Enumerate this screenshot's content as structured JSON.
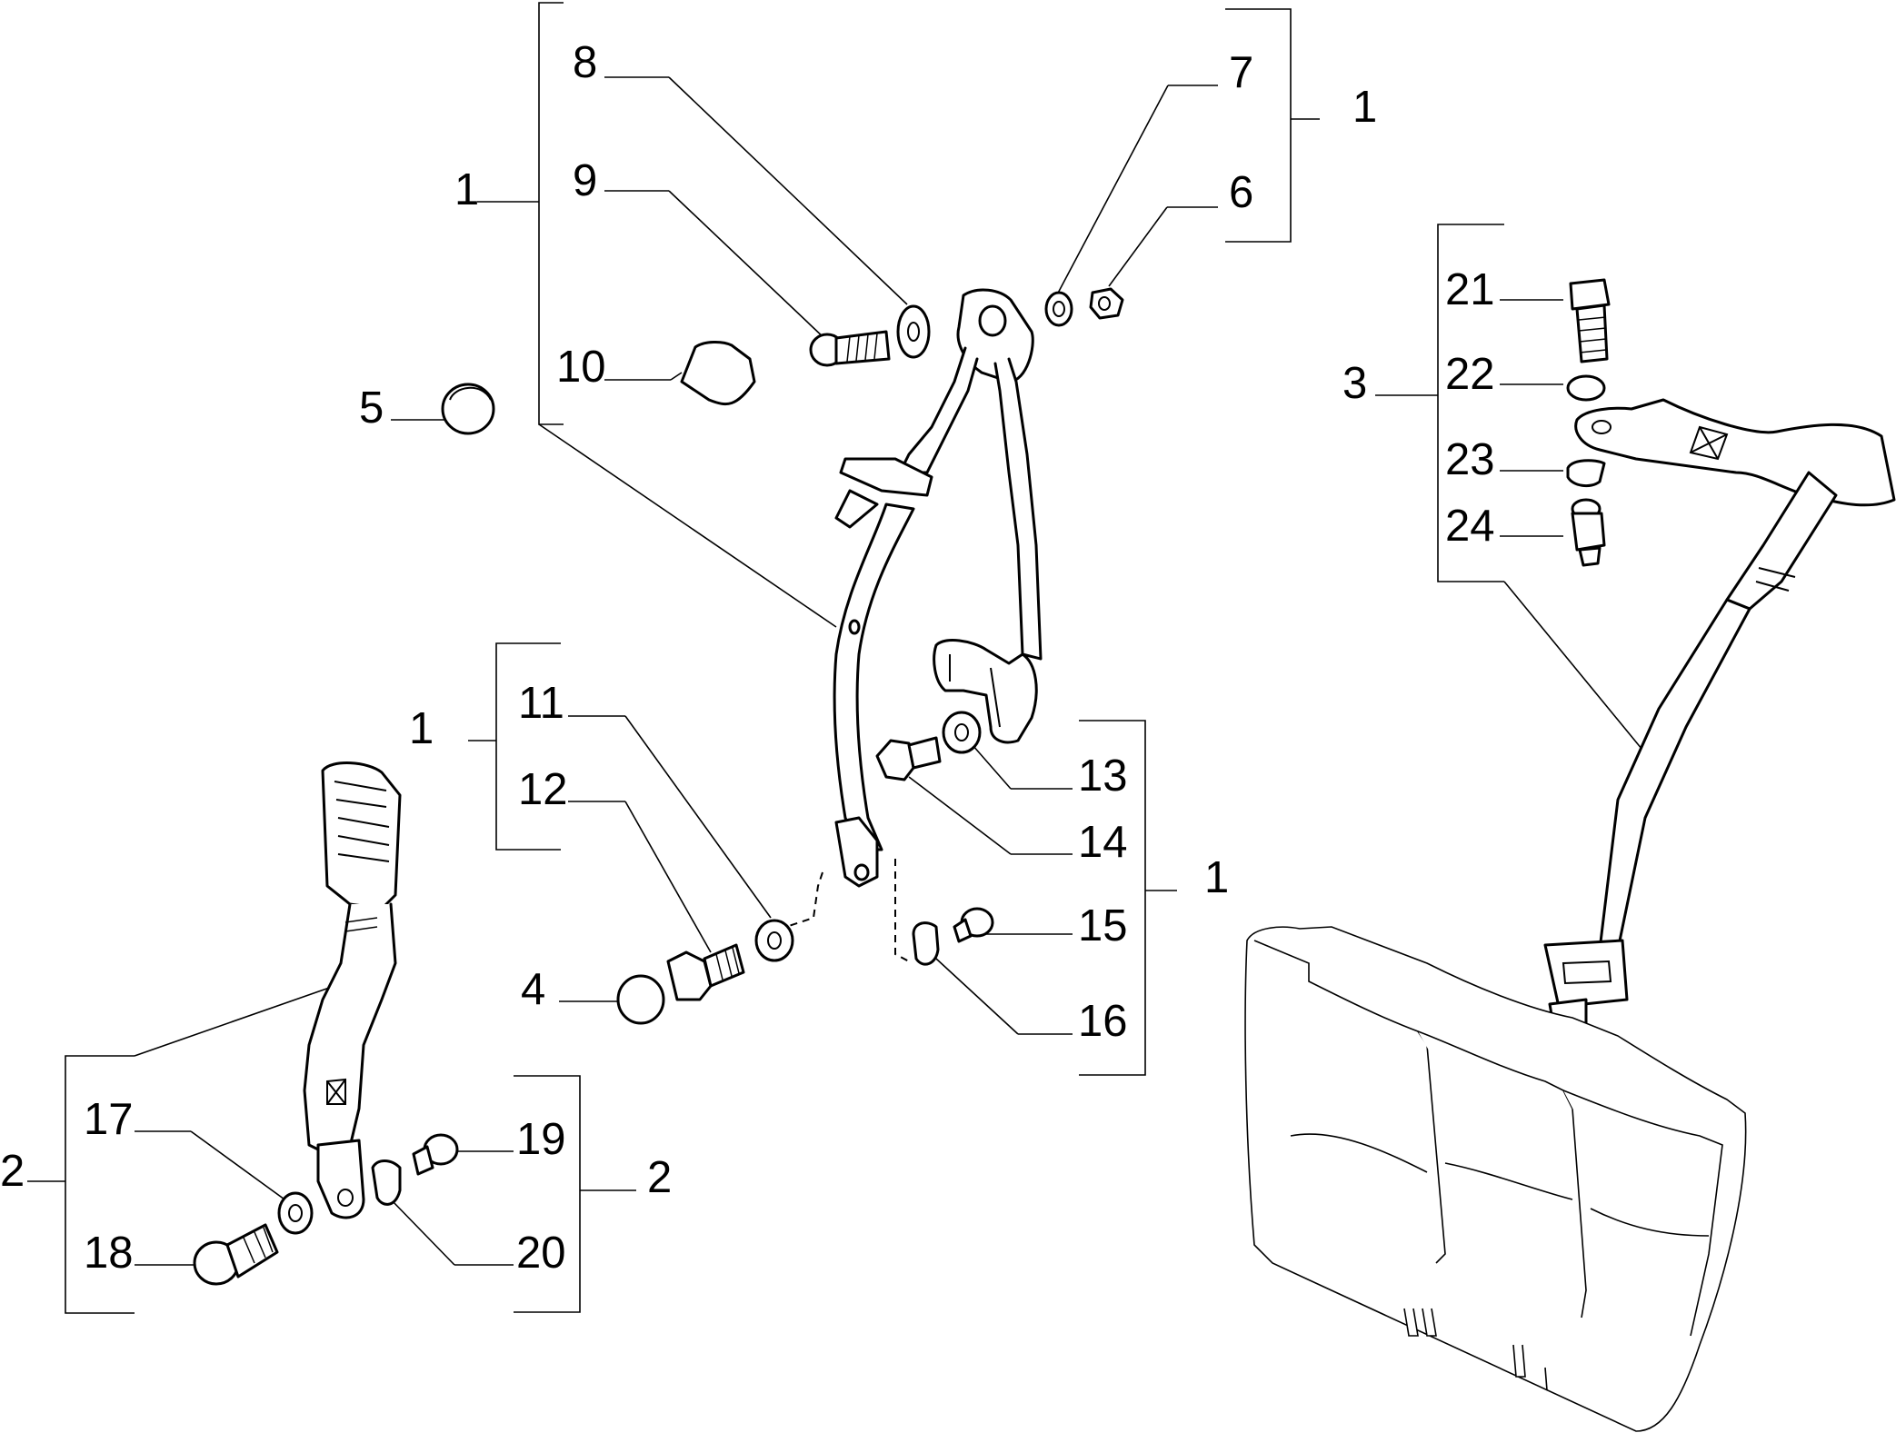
{
  "callouts": {
    "c1_top_left": "1",
    "c1_top_right": "1",
    "c1_mid_left": "1",
    "c1_mid_right": "1",
    "c2_left": "2",
    "c2_right": "2",
    "c3": "3",
    "c4": "4",
    "c5": "5",
    "c6": "6",
    "c7": "7",
    "c8": "8",
    "c9": "9",
    "c10": "10",
    "c11": "11",
    "c12": "12",
    "c13": "13",
    "c14": "14",
    "c15": "15",
    "c16": "16",
    "c17": "17",
    "c18": "18",
    "c19": "19",
    "c20": "20",
    "c21": "21",
    "c22": "22",
    "c23": "23",
    "c24": "24"
  }
}
